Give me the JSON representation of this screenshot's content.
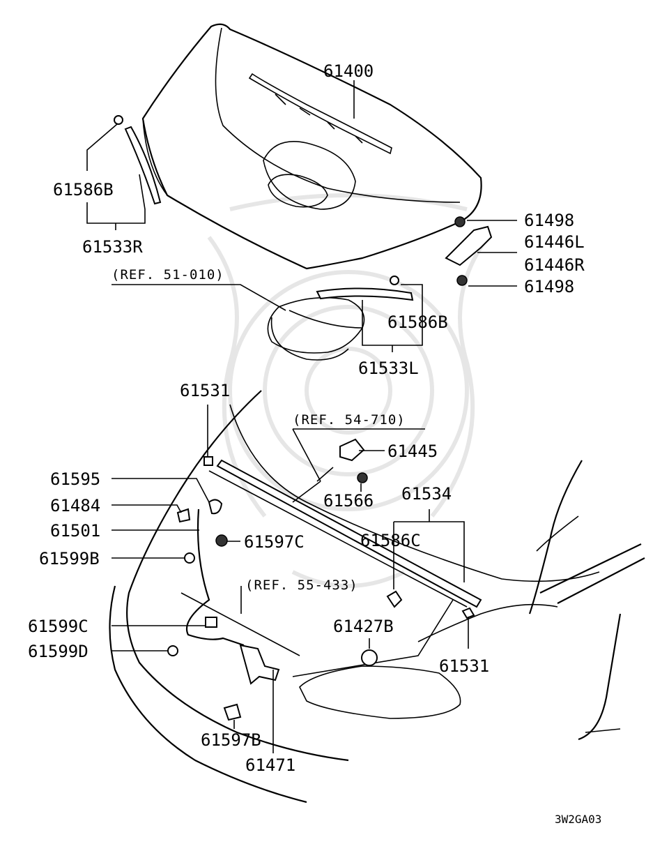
{
  "diagram_code": "3W2GA03",
  "references": {
    "hood_insulator": "(REF. 51-010)",
    "hood_lock_cable": "(REF. 54-710)",
    "latch_area": "(REF. 55-433)"
  },
  "parts": {
    "hood_panel": "61400",
    "hinge_bolt_upper": "61498",
    "hinge_left": "61446L",
    "hinge_right": "61446R",
    "hinge_bolt_lower": "61498",
    "clip_right": "61586B",
    "weatherstrip_right": "61533R",
    "clip_left": "61586B",
    "weatherstrip_left": "61533L",
    "bumper_rubber_upper": "61531",
    "hood_lock_release_handle": "61445",
    "handle_screw": "61566",
    "seal_assy": "61534",
    "seal_clip": "61586C",
    "bumper_rubber_lower": "61531",
    "cable_grommet": "61595",
    "cable_clip": "61484",
    "release_cable": "61501",
    "screw_c": "61597C",
    "clamp_b": "61599B",
    "clamp_c": "61599C",
    "clamp_d": "61599D",
    "hood_stay_holder": "61427B",
    "latch_bolt": "61597B",
    "hood_latch": "61471"
  }
}
